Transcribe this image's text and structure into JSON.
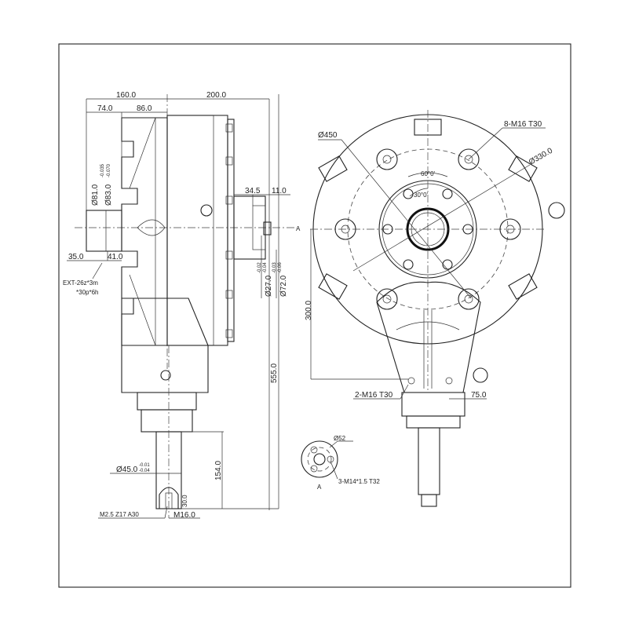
{
  "side_view": {
    "dims": {
      "overall_left": "160.0",
      "overall_right": "200.0",
      "left_a": "74.0",
      "left_b": "86.0",
      "hub_a": "34.5",
      "hub_b": "11.0",
      "dia_81": "Ø81.0",
      "dia_83": "Ø83.0",
      "dia_83_tol_upper": "-0.035",
      "dia_83_tol_lower": "-0.070",
      "len_35": "35.0",
      "len_41": "41.0",
      "spline_line1": "EXT-26z*3m",
      "spline_line2": "*30p*6h",
      "dia_27": "Ø27.0",
      "dia_27_tol_upper": "-0.02",
      "dia_27_tol_lower": "-0.04",
      "dia_72": "Ø72.0",
      "dia_72_tol_upper": "-0.03",
      "dia_72_tol_lower": "-0.06",
      "height_555": "555.0",
      "shaft_154": "154.0",
      "dia_45": "Ø45.0",
      "dia_45_tol_upper": "-0.01",
      "dia_45_tol_lower": "-0.04",
      "gear_spec": "M2.5 Z17 A30",
      "thread_m16": "M16.0",
      "depth_30": "30.0",
      "section_mark": "A"
    }
  },
  "front_view": {
    "dims": {
      "dia_450": "Ø450",
      "bolts_8": "8-M16 T30",
      "dia_330": "Ø330.0",
      "angle_60": "60°0'",
      "angle_30": "30°0'",
      "height_300": "300.0",
      "bolts_2": "2-M16 T30",
      "offset_75": "75.0"
    }
  },
  "detail_a": {
    "dia_52": "Ø52",
    "holes": "3-M14*1.5 T32",
    "label": "A"
  }
}
